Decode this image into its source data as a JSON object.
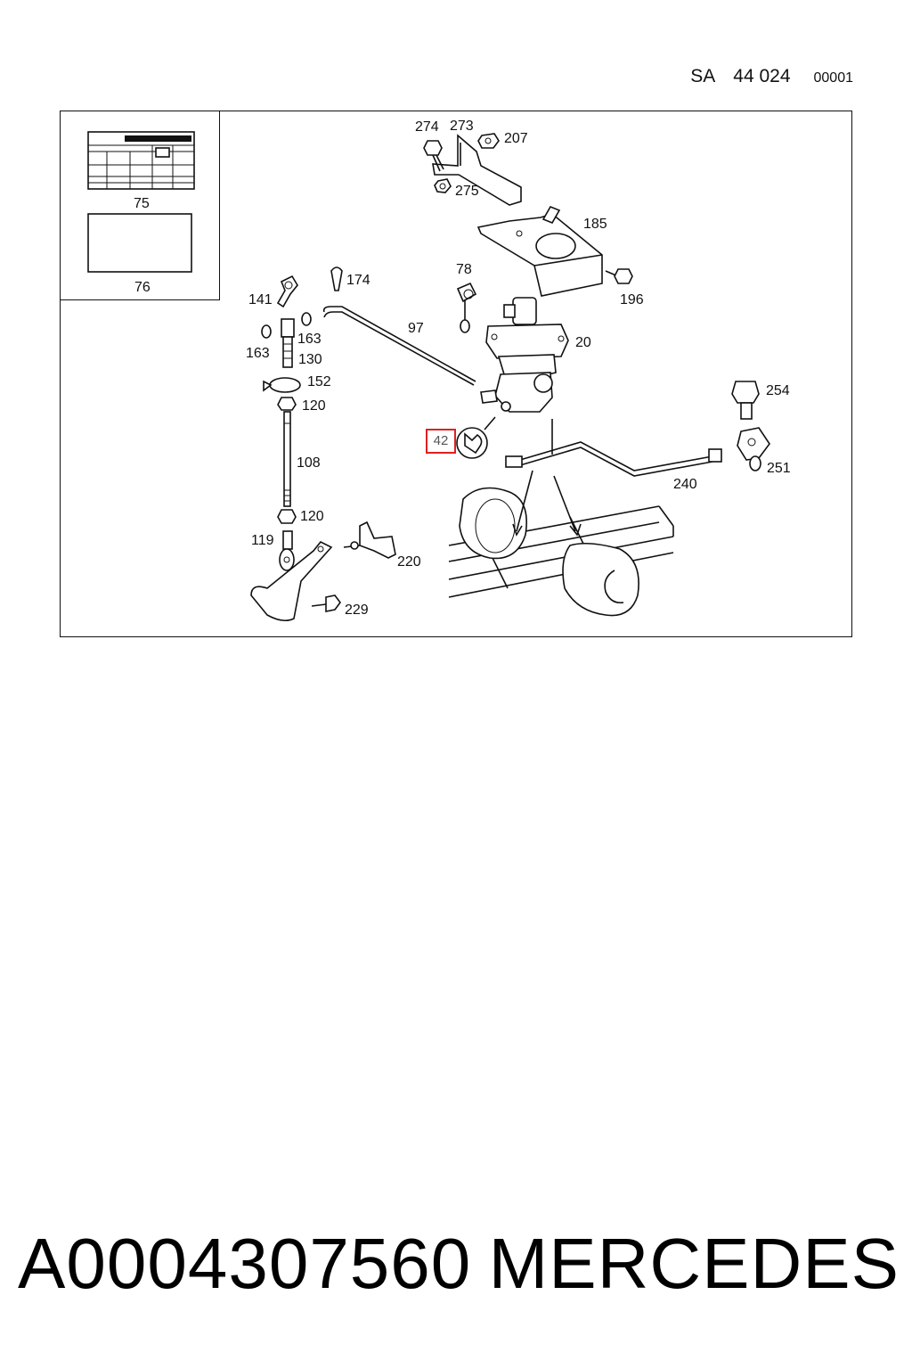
{
  "header": {
    "prefix": "SA",
    "group": "44 024",
    "sheet": "00001"
  },
  "highlight": {
    "label": "42"
  },
  "labels": {
    "l274": "274",
    "l273": "273",
    "l207": "207",
    "l275": "275",
    "l185": "185",
    "l75": "75",
    "l76": "76",
    "l174": "174",
    "l141": "141",
    "l78": "78",
    "l196": "196",
    "l97": "97",
    "l163a": "163",
    "l163b": "163",
    "l130": "130",
    "l20": "20",
    "l152": "152",
    "l120a": "120",
    "l120b": "120",
    "l254": "254",
    "l108": "108",
    "l251": "251",
    "l240": "240",
    "l119": "119",
    "l220": "220",
    "l229": "229"
  },
  "footer": {
    "part_number": "A0004307560",
    "brand": "MERCEDES"
  }
}
